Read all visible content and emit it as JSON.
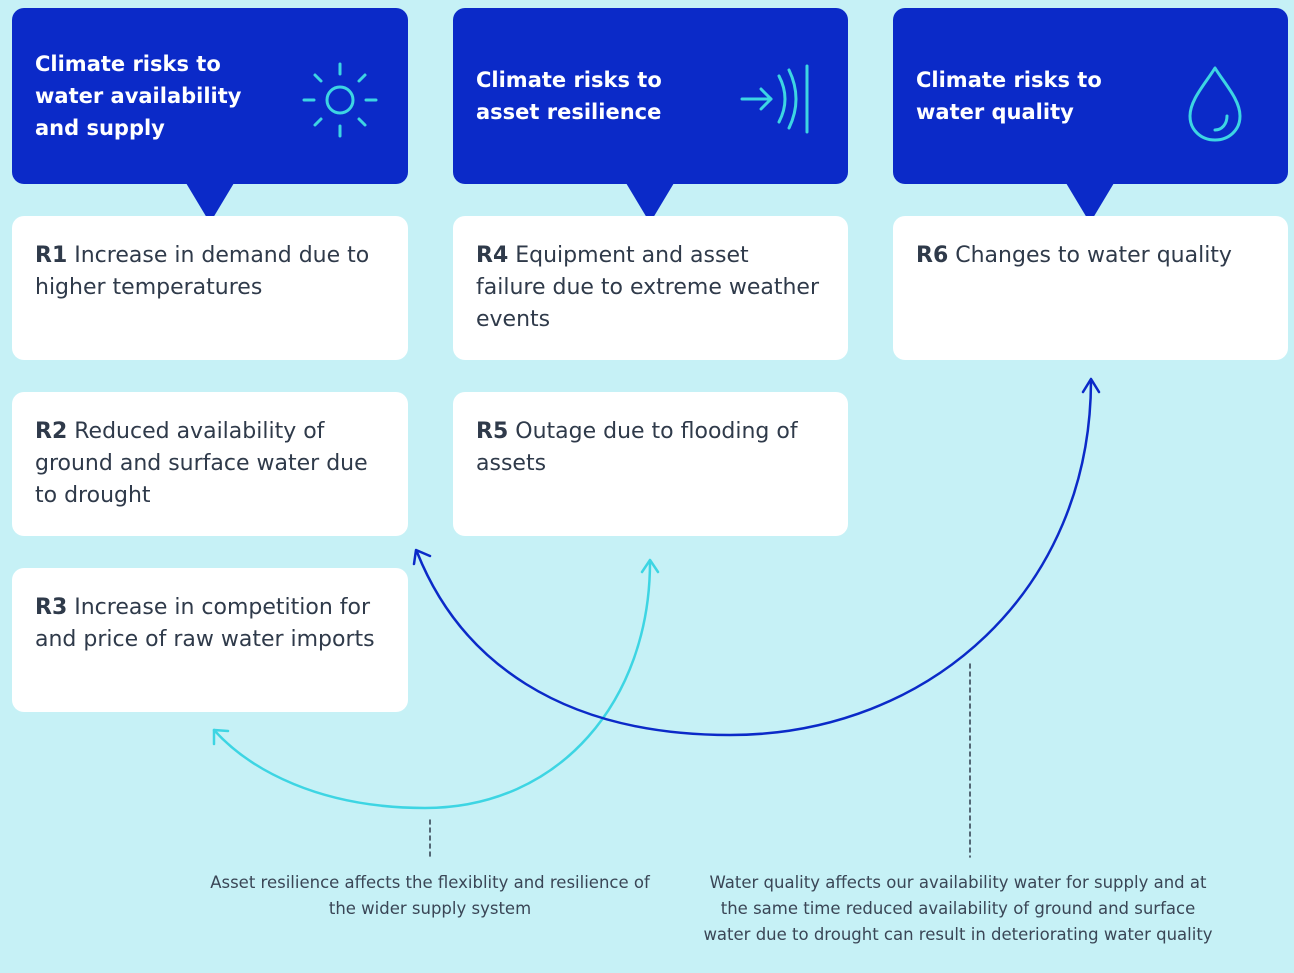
{
  "headers": [
    {
      "title": "Climate risks to water availability and supply",
      "icon": "sun-icon"
    },
    {
      "title": "Climate risks to asset resilience",
      "icon": "arrow-signal-icon"
    },
    {
      "title": "Climate risks to water quality",
      "icon": "water-drop-icon"
    }
  ],
  "risks": {
    "r1": {
      "code": "R1",
      "text": "Increase in demand due to higher temperatures"
    },
    "r2": {
      "code": "R2",
      "text": "Reduced availability of ground and surface water due to drought"
    },
    "r3": {
      "code": "R3",
      "text": "Increase in competition for and price of raw water imports"
    },
    "r4": {
      "code": "R4",
      "text": "Equipment and asset failure due to extreme weather events"
    },
    "r5": {
      "code": "R5",
      "text": "Outage due to flooding of assets"
    },
    "r6": {
      "code": "R6",
      "text": "Changes to water quality"
    }
  },
  "notes": {
    "asset_resilience": "Asset resilience affects the flexiblity and resilience of the wider supply system",
    "water_quality": "Water quality affects our availability water for supply and at the same time reduced availability of ground and surface water due to drought can result in deteriorating water quality"
  },
  "colors": {
    "background": "#c6f1f6",
    "header": "#0b2ac8",
    "accent_cyan": "#3dd5e3",
    "accent_blue": "#0b2ac8"
  }
}
